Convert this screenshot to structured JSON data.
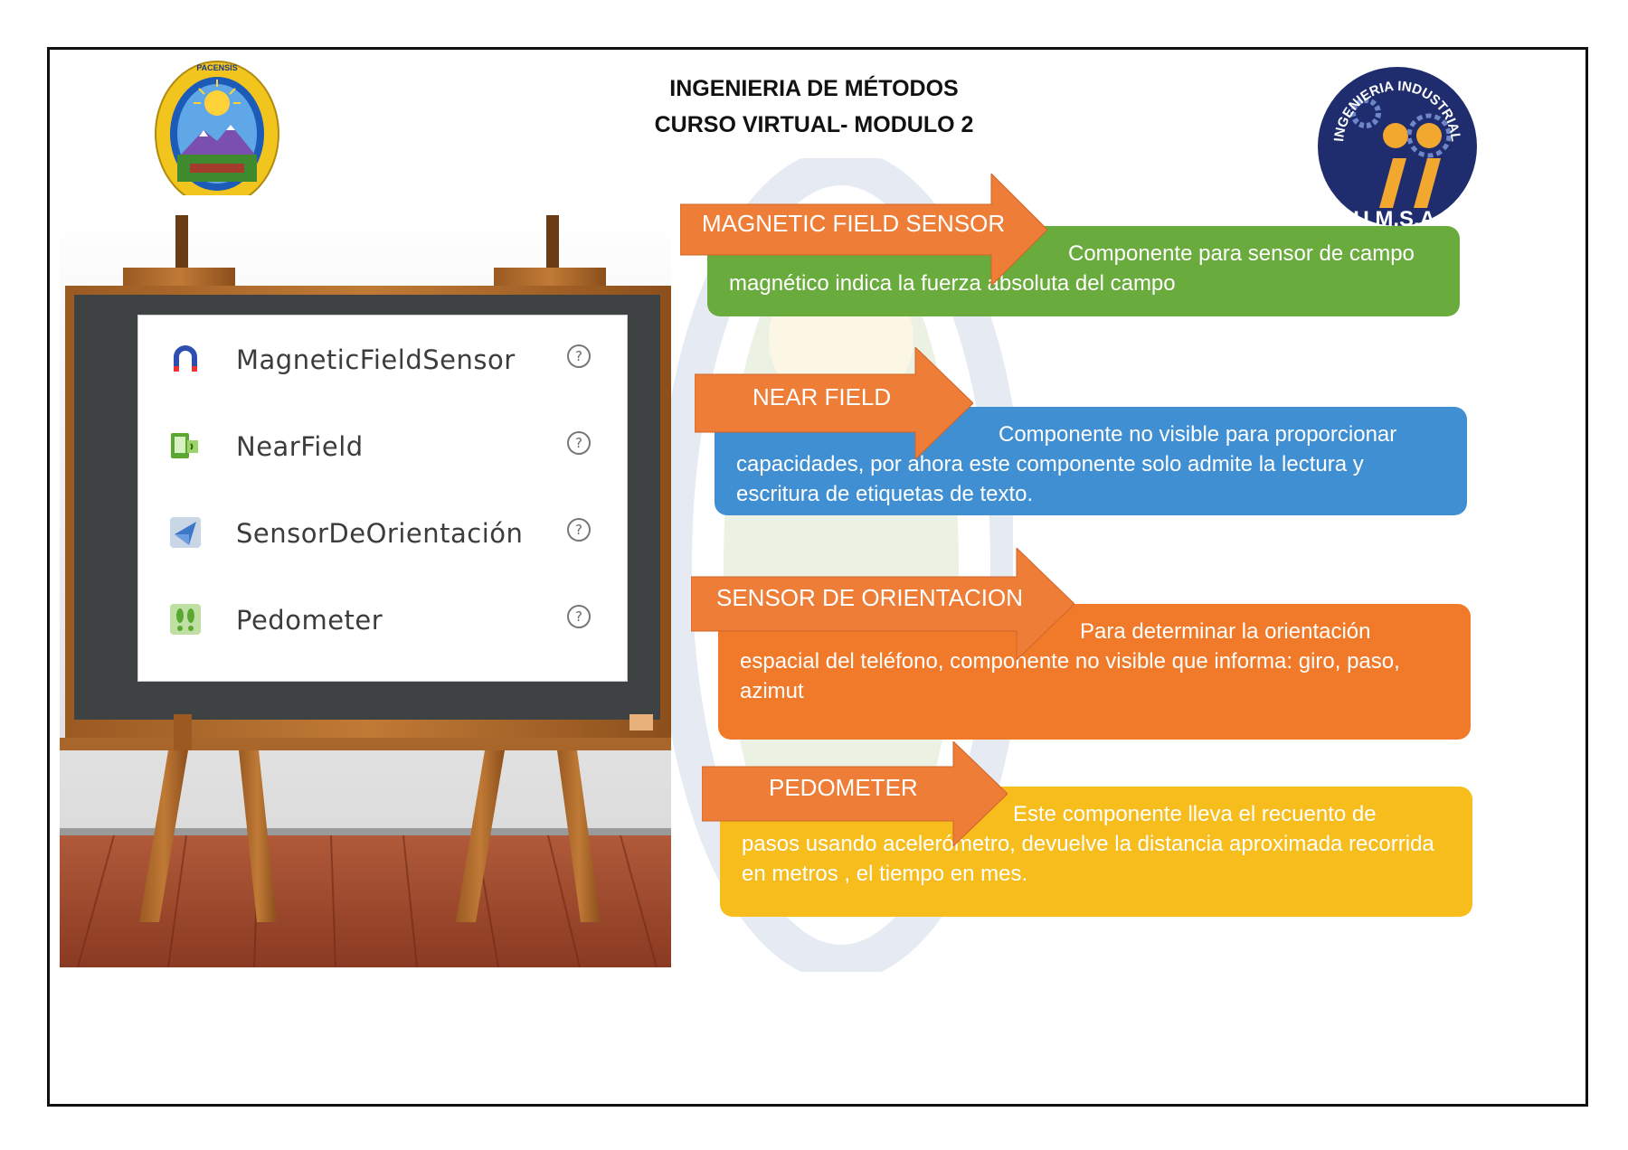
{
  "header": {
    "line1": "INGENIERIA DE MÉTODOS",
    "line2": "CURSO VIRTUAL- MODULO 2"
  },
  "logos": {
    "left": {
      "icon": "university-seal-logo",
      "text": "UNIVERSITAS MAJOR PACENSIS DIVI ANDREÆ"
    },
    "right": {
      "icon": "ingenieria-industrial-logo",
      "text": "INGENIERIA INDUSTRIAL",
      "subtext": "U.M.S.A."
    }
  },
  "board": {
    "components": [
      {
        "label": "MagneticFieldSensor",
        "icon": "magnet-icon",
        "help": "?"
      },
      {
        "label": "NearField",
        "icon": "nfc-icon",
        "help": "?"
      },
      {
        "label": "SensorDeOrientación",
        "icon": "orientation-icon",
        "help": "?"
      },
      {
        "label": "Pedometer",
        "icon": "footprints-icon",
        "help": "?"
      }
    ]
  },
  "cards": [
    {
      "title": "MAGNETIC FIELD SENSOR",
      "line1": "Componente para sensor de campo",
      "rest": "magnético indica la fuerza absoluta del campo",
      "color": "#6aab3d"
    },
    {
      "title": "NEAR FIELD",
      "line1": "Componente no visible para proporcionar",
      "rest": "capacidades, por ahora este componente solo admite la lectura y escritura de etiquetas de texto.",
      "color": "#3f8fd2"
    },
    {
      "title": "SENSOR DE ORIENTACION",
      "line1": "Para determinar la orientación",
      "rest": "espacial del teléfono, componente no visible que informa: giro, paso, azimut",
      "color": "#f07a2a"
    },
    {
      "title": "PEDOMETER",
      "line1": "Este componente lleva el recuento de",
      "rest": "pasos usando acelerómetro, devuelve la distancia aproximada recorrida en metros , el tiempo en mes.",
      "color": "#f6bd1c"
    }
  ],
  "arrow_color": "#ee7d37"
}
